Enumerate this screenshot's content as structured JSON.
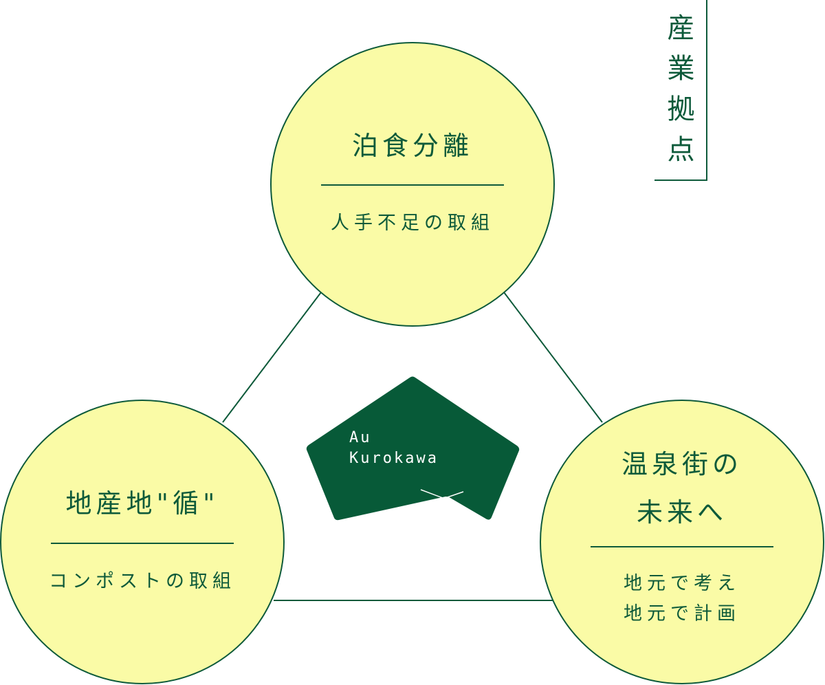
{
  "vertical_label": [
    "産",
    "業",
    "拠",
    "点"
  ],
  "nodes": {
    "top": {
      "title": "泊食分離",
      "subtitle": "人手不足の取組"
    },
    "left": {
      "title": "地産地\"循\"",
      "subtitle": "コンポストの取組"
    },
    "right": {
      "title_lines": [
        "温泉街の",
        "未来へ"
      ],
      "subtitle_lines": [
        "地元で考え",
        "地元で計画"
      ]
    }
  },
  "center_logo": {
    "line1": "Au",
    "line2": "Kurokawa"
  },
  "colors": {
    "circle_fill": "#fafba6",
    "stroke": "#0d5a3a",
    "logo_fill": "#075a38",
    "logo_text": "#ffffff"
  }
}
